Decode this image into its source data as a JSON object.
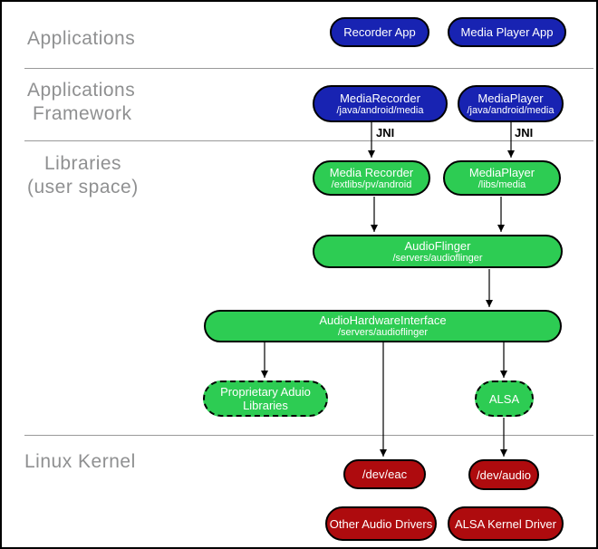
{
  "layers": {
    "applications": {
      "line1": "Applications"
    },
    "framework": {
      "line1": "Applications",
      "line2": "Framework"
    },
    "libraries": {
      "line1": "Libraries",
      "line2": "(user space)"
    },
    "kernel": {
      "line1": "Linux Kernel"
    }
  },
  "nodes": {
    "recorder_app": {
      "title": "Recorder App"
    },
    "media_player_app": {
      "title": "Media Player App"
    },
    "media_recorder_framework": {
      "title": "MediaRecorder",
      "subtitle": "/java/android/media"
    },
    "media_player_framework": {
      "title": "MediaPlayer",
      "subtitle": "/java/android/media"
    },
    "media_recorder_lib": {
      "title": "Media Recorder",
      "subtitle": "/extlibs/pv/android"
    },
    "media_player_lib": {
      "title": "MediaPlayer",
      "subtitle": "/libs/media"
    },
    "audio_flinger": {
      "title": "AudioFlinger",
      "subtitle": "/servers/audioflinger"
    },
    "audio_hardware_interface": {
      "title": "AudioHardwareInterface",
      "subtitle": "/servers/audioflinger"
    },
    "proprietary_audio_libraries": {
      "title": "Proprietary Aduio",
      "subtitle": "Libraries"
    },
    "alsa": {
      "title": "ALSA"
    },
    "dev_eac": {
      "title": "/dev/eac"
    },
    "dev_audio": {
      "title": "/dev/audio"
    },
    "other_audio_drivers": {
      "title": "Other Audio Drivers"
    },
    "alsa_kernel_driver": {
      "title": "ALSA Kernel Driver"
    }
  },
  "edge_labels": {
    "jni_left": "JNI",
    "jni_right": "JNI"
  },
  "colors": {
    "framework_blue": "#1823b2",
    "library_green": "#2dcc53",
    "kernel_red": "#ae0b0e",
    "shadow_gray": "#c8c8c8",
    "layer_label_gray": "#8f9091",
    "divider_gray": "#999999",
    "arrow_black": "#000000"
  }
}
